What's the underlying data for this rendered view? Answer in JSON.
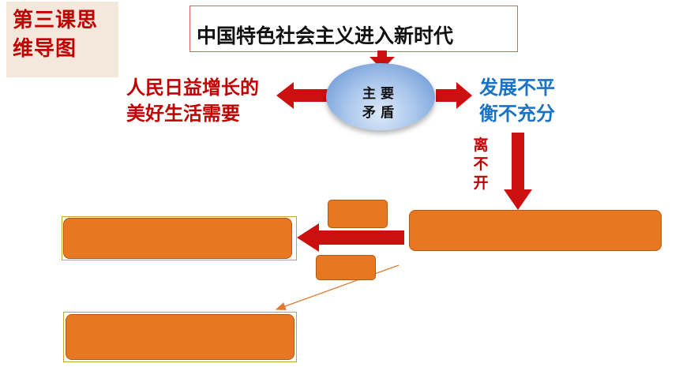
{
  "lesson_badge": {
    "text": "第三课思维导图"
  },
  "title": "中国特色社会主义进入新时代",
  "center": {
    "line1": "主要",
    "line2": "矛盾"
  },
  "left_node": {
    "line1": "人民日益增长的",
    "line2": "美好生活需要"
  },
  "right_node": {
    "line1": "发展不平",
    "line2": "衡不充分"
  },
  "side_label": "离不开",
  "colors": {
    "accent_red": "#c00000",
    "accent_blue": "#1a72c4",
    "box_orange": "#e87722",
    "arrow_red": "#cc1010",
    "thin_arrow": "#e07a30"
  }
}
